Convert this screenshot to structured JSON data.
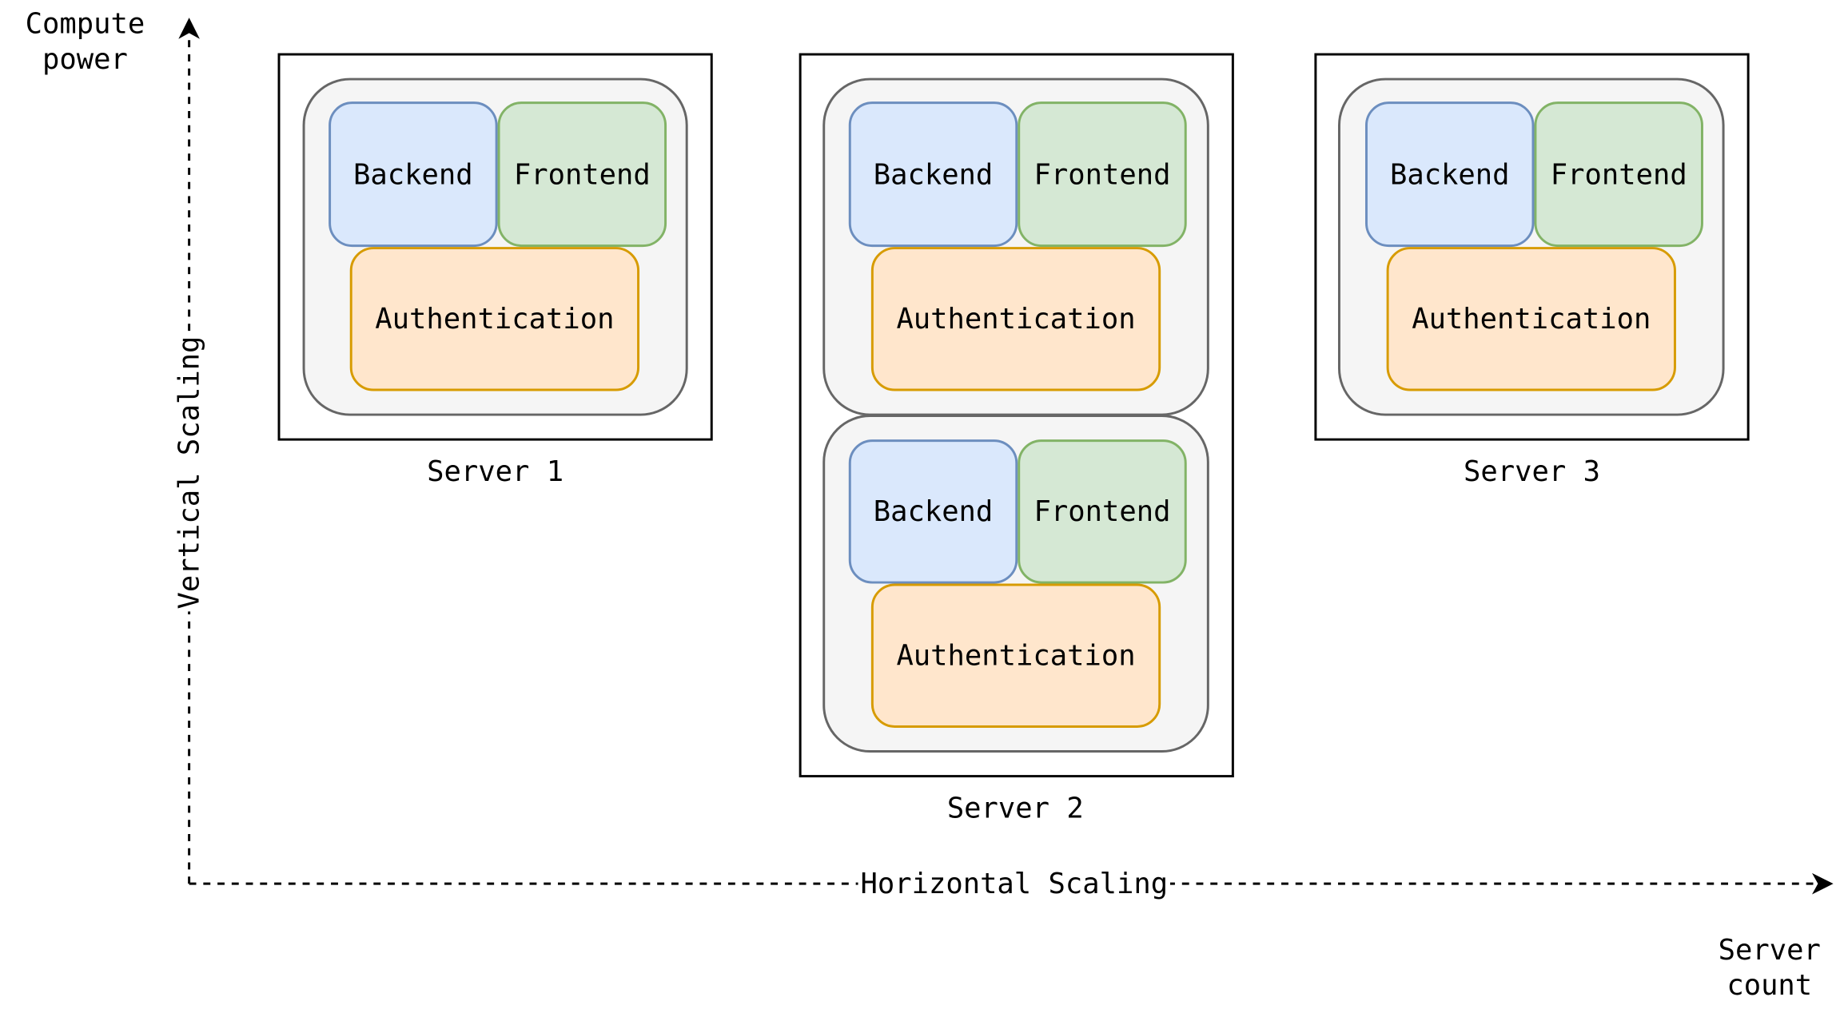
{
  "axes": {
    "y_title": [
      "Compute",
      "power"
    ],
    "y_label": "Vertical Scaling",
    "x_label": "Horizontal Scaling",
    "x_title": [
      "Server",
      "count"
    ]
  },
  "services": {
    "backend": "Backend",
    "frontend": "Frontend",
    "auth": "Authentication"
  },
  "servers": [
    {
      "label": "Server 1"
    },
    {
      "label": "Server 2"
    },
    {
      "label": "Server 3"
    }
  ],
  "colors": {
    "backend_fill": "#dae8fc",
    "backend_stroke": "#6c8ebf",
    "frontend_fill": "#d5e8d4",
    "frontend_stroke": "#82b366",
    "auth_fill": "#ffe6cc",
    "auth_stroke": "#d79b00",
    "bundle_fill": "#f5f5f5",
    "bundle_stroke": "#666666"
  }
}
